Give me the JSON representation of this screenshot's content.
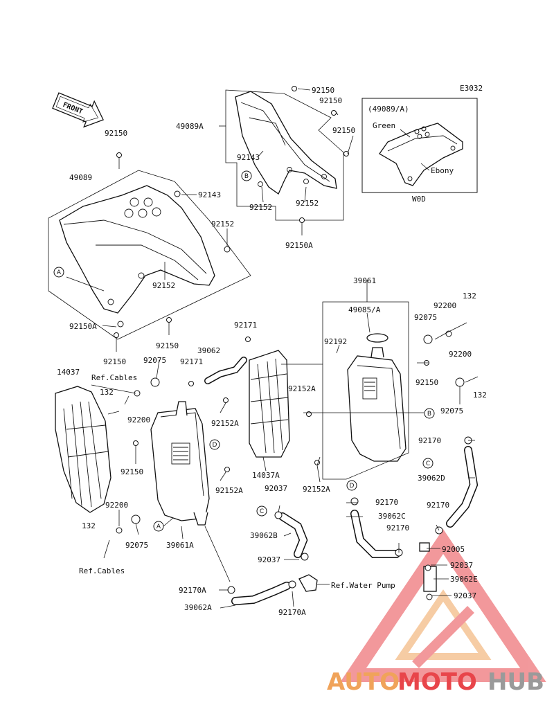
{
  "diagram_code": "E3032",
  "front_label": "FRONT",
  "inset": {
    "title": "(49089/A)",
    "color_green": "Green",
    "color_ebony": "Ebony",
    "footer": "W0D"
  },
  "callouts": {
    "a": "A",
    "b": "B",
    "c": "C",
    "d": "D"
  },
  "refs": {
    "cables_top": "Ref.Cables",
    "cables_bottom": "Ref.Cables",
    "water_pump": "Ref.Water Pump"
  },
  "parts": {
    "p92150_top_a": "92150",
    "p92150_top_b": "92150",
    "p92150_top_c": "92150",
    "p49089a": "49089A",
    "p92143_a": "92143",
    "p92152_a": "92152",
    "p92152_b": "92152",
    "p92150a_top": "92150A",
    "p92150_left": "92150",
    "p49089": "49089",
    "p92143_b": "92143",
    "p92152_c": "92152",
    "p92152_d": "92152",
    "p92150a_left": "92150A",
    "p92150_mid": "92150",
    "p92150_low": "92150",
    "p39061": "39061",
    "p49085a": "49085/A",
    "p132_a": "132",
    "p92200_a": "92200",
    "p92075_a": "92075",
    "p92192": "92192",
    "p92150_right": "92150",
    "p92200_b": "92200",
    "p132_b": "132",
    "p92075_b": "92075",
    "p92171_a": "92171",
    "p39062": "39062",
    "p92171_b": "92171",
    "p92075_c": "92075",
    "p14037": "14037",
    "p132_c": "132",
    "p92200_c": "92200",
    "p92152a_a": "92152A",
    "p92152a_b": "92152A",
    "p92150_rad": "92150",
    "p14037a": "14037A",
    "p92152a_c": "92152A",
    "p92152a_d": "92152A",
    "p92170_a": "92170",
    "p39062d": "39062D",
    "p92200_d": "92200",
    "p132_d": "132",
    "p92075_d": "92075",
    "p39061a": "39061A",
    "p92037_a": "92037",
    "p39062b": "39062B",
    "p92037_b": "92037",
    "p92170_b": "92170",
    "p39062c": "39062C",
    "p92170_c": "92170",
    "p92170_d": "92170",
    "p92005": "92005",
    "p92037_c": "92037",
    "p39062e": "39062E",
    "p92037_d": "92037",
    "p92170a_a": "92170A",
    "p39062a": "39062A",
    "p92170a_b": "92170A"
  },
  "watermark": {
    "part1": "AUTO",
    "part2": "MOTO",
    "part3": "HUB"
  },
  "colors": {
    "line": "#111111",
    "wm_orange": "#f0a35a",
    "wm_red": "#e8454a",
    "wm_gray": "#9a9a9a"
  }
}
